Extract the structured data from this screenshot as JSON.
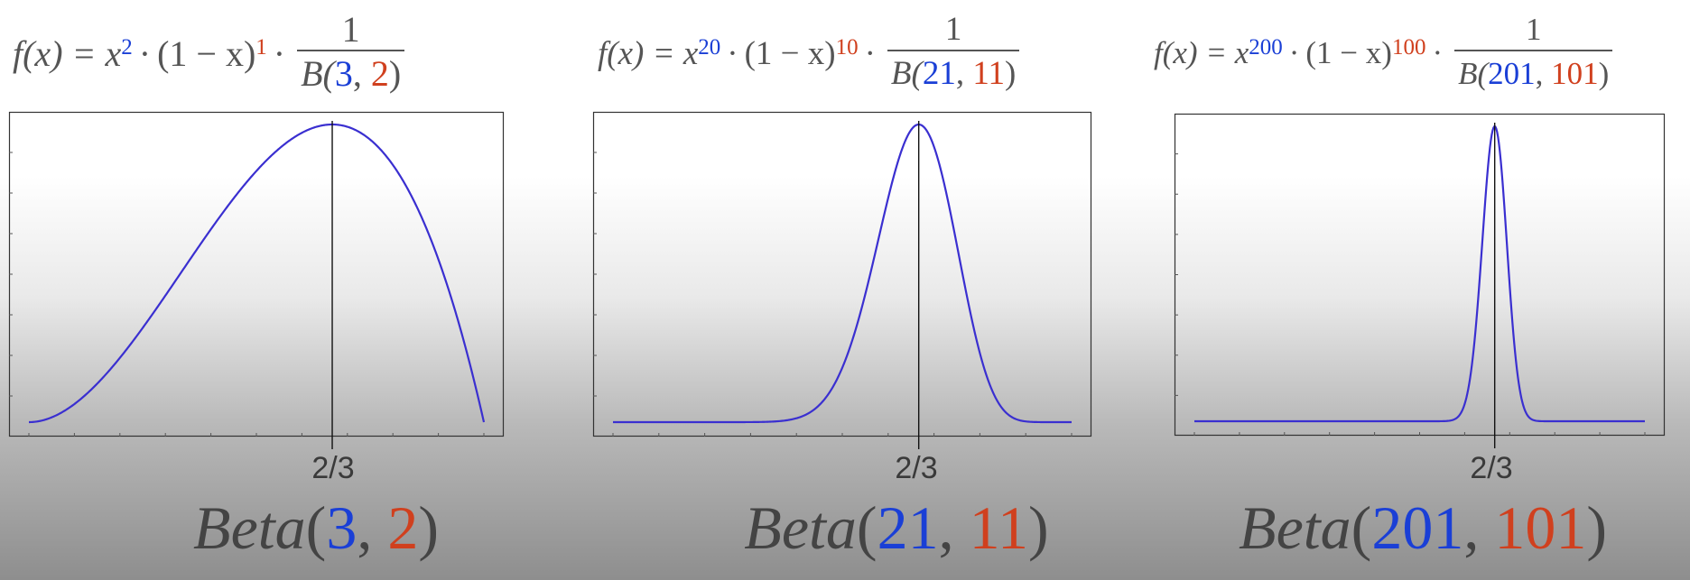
{
  "chart_data": [
    {
      "type": "line",
      "alpha": 3,
      "beta": 2,
      "formula_exp_x": "2",
      "formula_exp_1mx": "1",
      "tick_label": "2/3",
      "tick_value": 0.6667,
      "title_name": "Beta",
      "title_a": "3",
      "title_b": "2",
      "xlim": [
        0,
        1
      ],
      "line_color": "#3a2fd0"
    },
    {
      "type": "line",
      "alpha": 21,
      "beta": 11,
      "formula_exp_x": "20",
      "formula_exp_1mx": "10",
      "tick_label": "2/3",
      "tick_value": 0.6667,
      "title_name": "Beta",
      "title_a": "21",
      "title_b": "11",
      "xlim": [
        0,
        1
      ],
      "line_color": "#3a2fd0"
    },
    {
      "type": "line",
      "alpha": 201,
      "beta": 101,
      "formula_exp_x": "200",
      "formula_exp_1mx": "100",
      "tick_label": "2/3",
      "tick_value": 0.6667,
      "title_name": "Beta",
      "title_a": "201",
      "title_b": "101",
      "xlim": [
        0,
        1
      ],
      "line_color": "#3a2fd0"
    }
  ],
  "formula": {
    "lhs": "f(x) = x",
    "mid": "(1 − x)",
    "dot": "·",
    "one": "1",
    "den_name": "B(",
    "comma": ", ",
    "close": ")"
  },
  "colors": {
    "alpha": "#1a3fd6",
    "beta": "#d0401e",
    "text": "#555555"
  }
}
